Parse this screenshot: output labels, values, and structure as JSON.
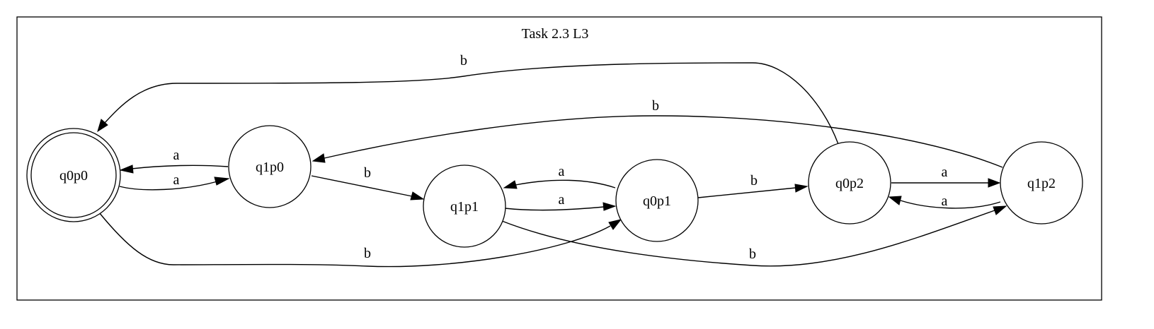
{
  "diagram": {
    "title": "Task 2.3 L3",
    "states": [
      {
        "id": "q0p0",
        "label": "q0p0",
        "accepting": true
      },
      {
        "id": "q1p0",
        "label": "q1p0",
        "accepting": false
      },
      {
        "id": "q1p1",
        "label": "q1p1",
        "accepting": false
      },
      {
        "id": "q0p1",
        "label": "q0p1",
        "accepting": false
      },
      {
        "id": "q0p2",
        "label": "q0p2",
        "accepting": false
      },
      {
        "id": "q1p2",
        "label": "q1p2",
        "accepting": false
      }
    ],
    "transitions": [
      {
        "from": "q1p0",
        "to": "q0p0",
        "symbol": "a"
      },
      {
        "from": "q0p0",
        "to": "q1p0",
        "symbol": "a"
      },
      {
        "from": "q1p0",
        "to": "q1p1",
        "symbol": "b"
      },
      {
        "from": "q0p1",
        "to": "q1p1",
        "symbol": "a"
      },
      {
        "from": "q1p1",
        "to": "q0p1",
        "symbol": "a"
      },
      {
        "from": "q0p1",
        "to": "q0p2",
        "symbol": "b"
      },
      {
        "from": "q0p2",
        "to": "q1p2",
        "symbol": "a"
      },
      {
        "from": "q1p2",
        "to": "q0p2",
        "symbol": "a"
      },
      {
        "from": "q0p2",
        "to": "q0p0",
        "symbol": "b"
      },
      {
        "from": "q1p2",
        "to": "q1p0",
        "symbol": "b"
      },
      {
        "from": "q0p0",
        "to": "q0p1",
        "symbol": "b"
      },
      {
        "from": "q1p1",
        "to": "q1p2",
        "symbol": "b"
      }
    ]
  }
}
